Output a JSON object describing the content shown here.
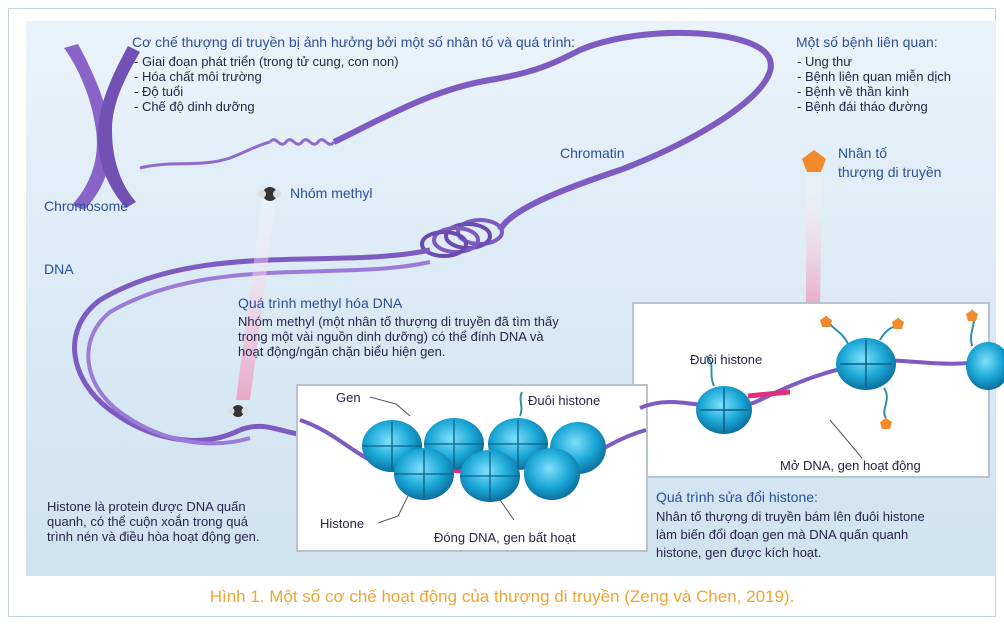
{
  "intro": {
    "heading": "Cơ chế thượng di truyền bị ảnh hưởng bởi một số nhân tố và quá trình:",
    "items": [
      "- Giai đoạn phát triển (trong tử cung, con non)",
      "- Hóa chất môi trường",
      "- Độ tuổi",
      "- Chế độ dinh dưỡng"
    ]
  },
  "diseases": {
    "heading": "Một số bệnh liên quan:",
    "items": [
      "- Ung thư",
      "- Bệnh liên quan miễn dịch",
      "- Bệnh về thần kinh",
      "- Bệnh đái tháo đường"
    ]
  },
  "labels": {
    "chromosome": "Chromosome",
    "chromatin": "Chromatin",
    "dna": "DNA",
    "methyl_group": "Nhóm methyl",
    "epigenetic_factor_line1": "Nhân tố",
    "epigenetic_factor_line2": "thượng di truyền",
    "histone_tail_right": "Đuôi histone",
    "histone_tail_left": "Đuôi histone",
    "gene": "Gen",
    "histone": "Histone",
    "open_dna": "Mở DNA, gen hoạt động",
    "closed_dna": "Đóng DNA, gen bất hoạt"
  },
  "methylation": {
    "heading": "Quá trình methyl hóa DNA",
    "lines": [
      "Nhóm methyl (một nhân tố thượng di truyền đã tìm thấy",
      "trong một vài nguồn dinh dưỡng) có thể đính DNA và",
      "hoạt động/ngăn chặn biểu hiện gen."
    ]
  },
  "histone_note": {
    "lines": [
      "Histone là protein được DNA quấn",
      "quanh, có thể cuộn xoắn trong quá",
      "trình nén và điều hòa hoạt động gen."
    ]
  },
  "modification": {
    "heading": "Quá trình sửa đổi histone:",
    "lines": [
      "Nhân tố thượng di truyền bám lên đuôi histone",
      "làm biến đổi đoạn gen mà DNA quấn quanh",
      "histone, gen được kích hoạt."
    ]
  },
  "caption": "Hình 1. Một số cơ chế hoạt động của thượng di truyền (Zeng và Chen, 2019).",
  "colors": {
    "dna_purple": "#7d5bc0",
    "histone_cyan": "#1aa7d6",
    "heading_blue": "#2c4f9a",
    "caption_orange": "#f0a530"
  }
}
